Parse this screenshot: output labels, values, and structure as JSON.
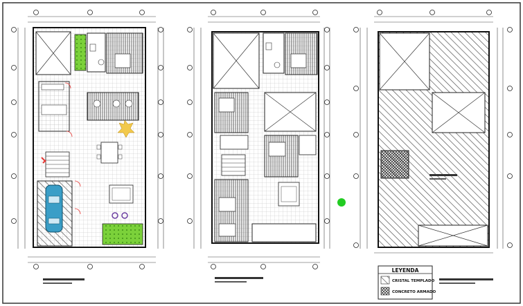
{
  "legend": {
    "title": "LEYENDA",
    "items": [
      {
        "label": "CRISTAL TEMPLADO",
        "pattern": "light-diagonal-hatch"
      },
      {
        "label": "CONCRETO ARMADO",
        "pattern": "dark-cross-hatch"
      }
    ]
  },
  "colors": {
    "line": "#222222",
    "grass": "#7bd13a",
    "car": "#3a9ec7",
    "red_mark": "#e53935",
    "plant_yellow": "#f2c94c",
    "accent_green": "#22cc22",
    "purple": "#6b3fa0",
    "frame": "#333333"
  },
  "icons": [
    "car-icon",
    "bed-icon",
    "dining-table-icon",
    "sofa-icon",
    "stair-icon",
    "north-arrow-icon"
  ]
}
